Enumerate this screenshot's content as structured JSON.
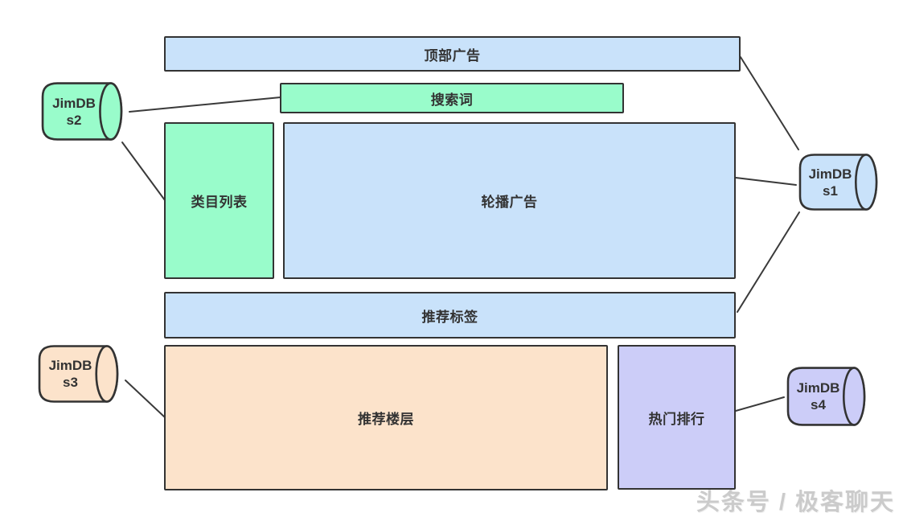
{
  "colors": {
    "blue": "#c9e2fa",
    "green": "#99fccb",
    "orange": "#fce3cb",
    "purple": "#cccdf8",
    "stroke": "#3a3a3a",
    "label_text": "#333333",
    "watermark_text": "#cbcbcb",
    "background": "#ffffff"
  },
  "diagram": {
    "boxes": [
      {
        "id": "top-ad",
        "label": "顶部广告",
        "color": "#c9e2fa"
      },
      {
        "id": "search-term",
        "label": "搜索词",
        "color": "#99fccb"
      },
      {
        "id": "category-list",
        "label": "类目列表",
        "color": "#99fccb"
      },
      {
        "id": "carousel-ad",
        "label": "轮播广告",
        "color": "#c9e2fa"
      },
      {
        "id": "recommend-tags",
        "label": "推荐标签",
        "color": "#c9e2fa"
      },
      {
        "id": "recommend-floor",
        "label": "推荐楼层",
        "color": "#fce3cb"
      },
      {
        "id": "hot-ranking",
        "label": "热门排行",
        "color": "#cccdf8"
      }
    ],
    "databases": [
      {
        "id": "jimdb-s1",
        "line1": "JimDB",
        "line2": "s1",
        "color": "#c9e2fa"
      },
      {
        "id": "jimdb-s2",
        "line1": "JimDB",
        "line2": "s2",
        "color": "#99fccb"
      },
      {
        "id": "jimdb-s3",
        "line1": "JimDB",
        "line2": "s3",
        "color": "#fce3cb"
      },
      {
        "id": "jimdb-s4",
        "line1": "JimDB",
        "line2": "s4",
        "color": "#cccdf8"
      }
    ],
    "connections": [
      {
        "from": "jimdb-s2",
        "to": "search-term"
      },
      {
        "from": "jimdb-s2",
        "to": "category-list"
      },
      {
        "from": "top-ad",
        "to": "jimdb-s1"
      },
      {
        "from": "carousel-ad",
        "to": "jimdb-s1"
      },
      {
        "from": "jimdb-s1",
        "to": "recommend-tags"
      },
      {
        "from": "jimdb-s3",
        "to": "recommend-floor"
      },
      {
        "from": "hot-ranking",
        "to": "jimdb-s4"
      }
    ]
  },
  "watermark": "头条号 / 极客聊天"
}
